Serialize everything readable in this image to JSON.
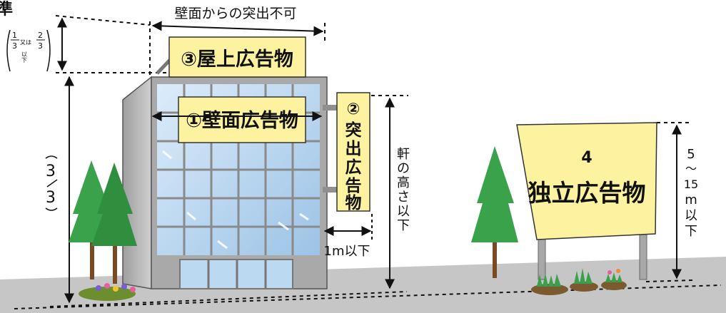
{
  "header": {
    "partial_char": "準"
  },
  "ratios": {
    "top_left": {
      "numerator": "1",
      "denominator": "3",
      "connector": "又は"
    },
    "top_right": {
      "numerator": "2",
      "denominator": "3"
    },
    "top_suffix": "以下",
    "building": {
      "numerator": "3",
      "denominator": "3"
    }
  },
  "labels": {
    "wall_projection_note": "壁面からの突出不可",
    "rooftop_sign": "③屋上広告物",
    "wall_sign": "①壁面広告物",
    "projecting_sign_number": "②",
    "projecting_sign_text": [
      "突",
      "出",
      "広",
      "告",
      "物"
    ],
    "eave_height_note": [
      "軒",
      "の",
      "高",
      "さ",
      "以",
      "下"
    ],
    "projection_limit": "1m以下",
    "standalone_number": "4",
    "standalone_text": "独立広告物",
    "standalone_height_note": [
      "5",
      "〜",
      "15",
      "m",
      "以",
      "下"
    ]
  },
  "colors": {
    "sign_fill": "#fdf2a0",
    "ground": "#c6c6c6",
    "building_side": "#b0b0b0",
    "glass": "#bcd9f2",
    "tree": "#39a24a",
    "trunk": "#7a4a24"
  }
}
